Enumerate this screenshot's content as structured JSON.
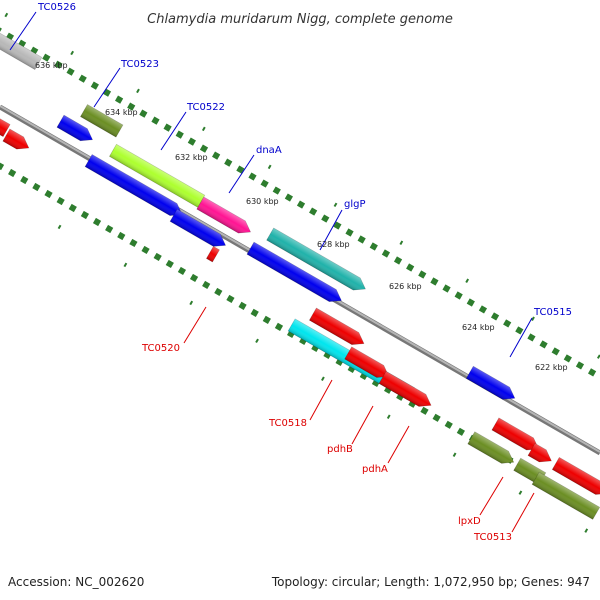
{
  "title": "Chlamydia muridarum Nigg, complete genome",
  "footer": {
    "accession": "Accession: NC_002620",
    "topology": "Topology: circular; Length: 1,072,950 bp; Genes: 947"
  },
  "colors": {
    "forward_label": "#0000cc",
    "reverse_label": "#dd0000",
    "tick": "#2e7d2e",
    "backbone": "#8c8c8c"
  },
  "kbp_labels": [
    "636 kbp",
    "634 kbp",
    "632 kbp",
    "630 kbp",
    "628 kbp",
    "626 kbp",
    "624 kbp",
    "622 kbp"
  ],
  "gene_labels": {
    "forward": [
      "TC0526",
      "TC0523",
      "TC0522",
      "dnaA",
      "glgP",
      "TC0515"
    ],
    "reverse": [
      "TC0520",
      "TC0518",
      "pdhB",
      "pdhA",
      "lpxD",
      "TC0513"
    ]
  }
}
